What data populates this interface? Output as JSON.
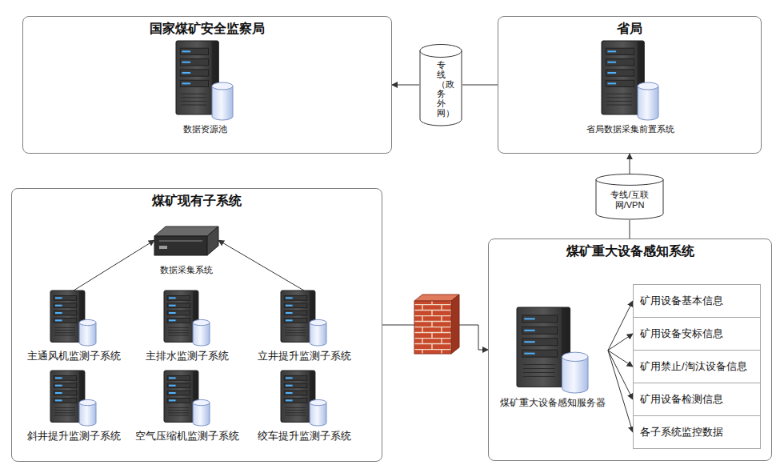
{
  "diagram": {
    "nodes": [
      {
        "text": [
          "国家煤矿安全监察局"
        ]
      },
      {
        "text": [
          "数据资源池"
        ],
        "in": 0
      },
      {
        "text": [
          "省局"
        ]
      },
      {
        "text": [
          "省局数据采集前置系统"
        ],
        "in": 2
      },
      {
        "text": [
          "专线（政务外网）"
        ]
      },
      {
        "text": [
          "专线/互联网/VPN"
        ]
      },
      {
        "text": [
          "煤矿现有子系统"
        ]
      },
      {
        "text": [
          "数据采集系统"
        ],
        "in": 6
      },
      {
        "text": [
          "主通风机监测子系统"
        ],
        "in": 6
      },
      {
        "text": [
          "主排水监测子系统"
        ],
        "in": 6
      },
      {
        "text": [
          "立井提升监测子系统"
        ],
        "in": 6
      },
      {
        "text": [
          "斜井提升监测子系统"
        ],
        "in": 6
      },
      {
        "text": [
          "空气压缩机监测子系统"
        ],
        "in": 6
      },
      {
        "text": [
          "绞车提升监测子系统"
        ],
        "in": 6
      },
      {
        "text": [
          "煤矿重大设备感知系统"
        ]
      },
      {
        "text": [
          "煤矿重大设备感知服务器"
        ],
        "in": 14
      },
      {
        "text": [
          "矿用设备基本信息"
        ],
        "in": 14
      },
      {
        "text": [
          "矿用设备安标信息"
        ],
        "in": 14
      },
      {
        "text": [
          "矿用禁止/淘汰设备信息"
        ],
        "in": 14
      },
      {
        "text": [
          "矿用设备检测信息"
        ],
        "in": 14
      },
      {
        "text": [
          "各子系统监控数据"
        ],
        "in": 14
      }
    ],
    "edges": [
      {
        "from": 2,
        "to": 4,
        "arrow": "none"
      },
      {
        "from": 4,
        "to": 0,
        "arrow": "to"
      },
      {
        "from": 14,
        "to": 5,
        "arrow": "none"
      },
      {
        "from": 5,
        "to": 2,
        "arrow": "to"
      },
      {
        "from": 8,
        "to": 7,
        "arrow": "to"
      },
      {
        "from": 10,
        "to": 7,
        "arrow": "to"
      },
      {
        "from": 6,
        "to": 14,
        "arrow": "to"
      },
      {
        "from": 15,
        "to": 16,
        "arrow": "to"
      },
      {
        "from": 15,
        "to": 17,
        "arrow": "to"
      },
      {
        "from": 15,
        "to": 18,
        "arrow": "to"
      },
      {
        "from": 15,
        "to": 19,
        "arrow": "to"
      },
      {
        "from": 15,
        "to": 20,
        "arrow": "to"
      }
    ]
  }
}
